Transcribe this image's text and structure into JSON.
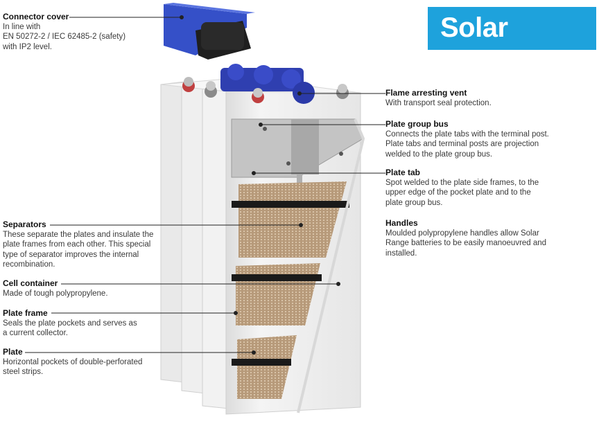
{
  "brand": {
    "title": "Solar",
    "color": "#1ea2dc"
  },
  "callouts": {
    "connector_cover": {
      "title": "Connector cover",
      "lines": [
        "In line with",
        "EN 50272-2 / IEC 62485-2 (safety)",
        "with IP2 level."
      ]
    },
    "flame_vent": {
      "title": "Flame arresting vent",
      "lines": [
        "With transport seal protection."
      ]
    },
    "plate_group_bus": {
      "title": "Plate group bus",
      "lines": [
        "Connects the plate tabs with the terminal post.",
        "Plate tabs and terminal posts are projection",
        "welded to the plate group bus."
      ]
    },
    "plate_tab": {
      "title": "Plate tab",
      "lines": [
        "Spot welded to the plate side frames, to the",
        "upper edge of the pocket plate and to the",
        "plate group bus."
      ]
    },
    "handles": {
      "title": "Handles",
      "lines": [
        "Moulded polypropylene handles allow Solar",
        "Range batteries to be easily manoeuvred and",
        "installed."
      ]
    },
    "separators": {
      "title": "Separators",
      "lines": [
        "These separate the plates and insulate the",
        "plate frames from each other. This special",
        "type of separator improves the internal",
        "recombination."
      ]
    },
    "cell_container": {
      "title": "Cell container",
      "lines": [
        "Made of tough polypropylene."
      ]
    },
    "plate_frame": {
      "title": "Plate frame",
      "lines": [
        "Seals the plate pockets and serves as",
        "a current collector."
      ]
    },
    "plate": {
      "title": "Plate",
      "lines": [
        "Horizontal pockets of double-perforated",
        "steel strips."
      ]
    }
  },
  "colors": {
    "leader": "#222222",
    "terminal_blue": "#2f3fb0",
    "cover_blue": "#3550c8"
  }
}
